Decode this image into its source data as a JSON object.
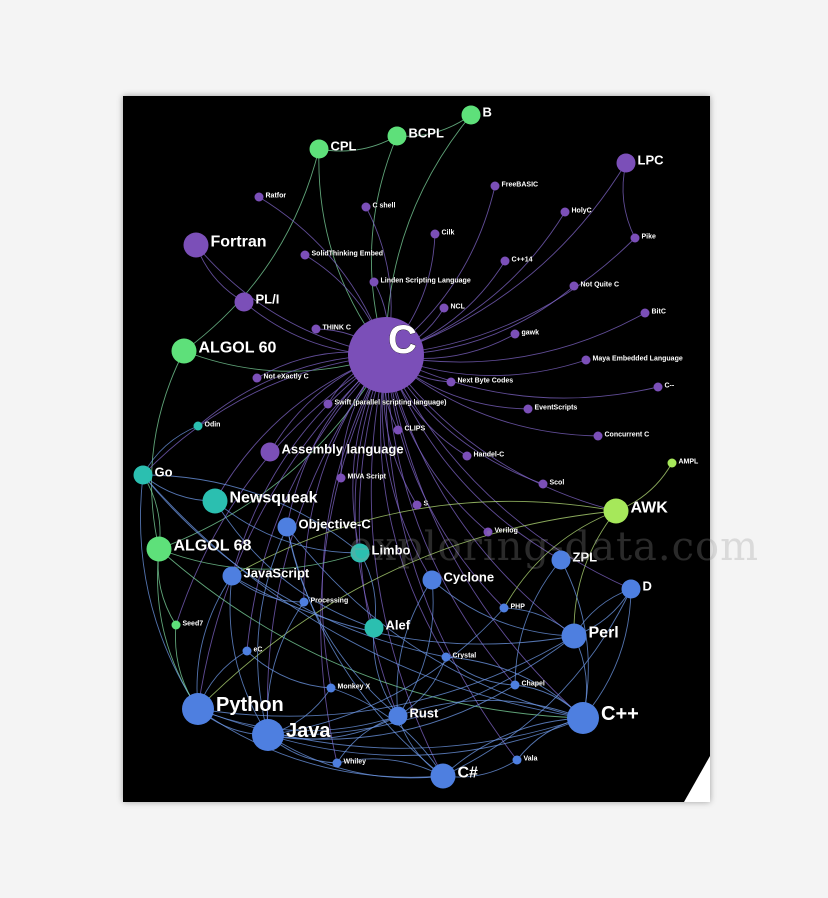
{
  "watermark": "exploring-data.com",
  "colors": {
    "purple": "#7b4fb8",
    "green": "#5ee07a",
    "teal": "#2bbfb0",
    "blue": "#4e7fe0",
    "lime": "#a6e85a",
    "edge_purple": "#8066c8",
    "edge_green": "#7fd9a0",
    "edge_blue": "#6f9ae8",
    "edge_lime": "#b8e27a"
  },
  "nodes": [
    {
      "id": "C",
      "label": "C",
      "color": "purple",
      "size": "hub"
    },
    {
      "id": "B",
      "label": "B",
      "color": "green",
      "size": "m"
    },
    {
      "id": "BCPL",
      "label": "BCPL",
      "color": "green",
      "size": "m"
    },
    {
      "id": "CPL",
      "label": "CPL",
      "color": "green",
      "size": "m"
    },
    {
      "id": "LPC",
      "label": "LPC",
      "color": "purple",
      "size": "m"
    },
    {
      "id": "Ratfor",
      "label": "Ratfor",
      "color": "purple",
      "size": "s"
    },
    {
      "id": "FreeBASIC",
      "label": "FreeBASIC",
      "color": "purple",
      "size": "s"
    },
    {
      "id": "Cshell",
      "label": "C shell",
      "color": "purple",
      "size": "s"
    },
    {
      "id": "HolyC",
      "label": "HolyC",
      "color": "purple",
      "size": "s"
    },
    {
      "id": "Fortran",
      "label": "Fortran",
      "color": "purple",
      "size": "l"
    },
    {
      "id": "Cilk",
      "label": "Cilk",
      "color": "purple",
      "size": "s"
    },
    {
      "id": "Pike",
      "label": "Pike",
      "color": "purple",
      "size": "s"
    },
    {
      "id": "SolidThinking",
      "label": "SolidThinking Embed",
      "color": "purple",
      "size": "s"
    },
    {
      "id": "Cpp14",
      "label": "C++14",
      "color": "purple",
      "size": "s"
    },
    {
      "id": "Linden",
      "label": "Linden Scripting Language",
      "color": "purple",
      "size": "s"
    },
    {
      "id": "NotQuiteC",
      "label": "Not Quite C",
      "color": "purple",
      "size": "s"
    },
    {
      "id": "PLI",
      "label": "PL/I",
      "color": "purple",
      "size": "m"
    },
    {
      "id": "NCL",
      "label": "NCL",
      "color": "purple",
      "size": "s"
    },
    {
      "id": "BitC",
      "label": "BitC",
      "color": "purple",
      "size": "s"
    },
    {
      "id": "THINKC",
      "label": "THINK C",
      "color": "purple",
      "size": "s"
    },
    {
      "id": "gawk",
      "label": "gawk",
      "color": "purple",
      "size": "s"
    },
    {
      "id": "ALGOL60",
      "label": "ALGOL 60",
      "color": "green",
      "size": "l"
    },
    {
      "id": "MayaEmbedded",
      "label": "Maya Embedded Language",
      "color": "purple",
      "size": "s"
    },
    {
      "id": "NotExactlyC",
      "label": "Not eXactly C",
      "color": "purple",
      "size": "s"
    },
    {
      "id": "Cminus",
      "label": "C--",
      "color": "purple",
      "size": "s"
    },
    {
      "id": "NextByteCodes",
      "label": "Next Byte Codes",
      "color": "purple",
      "size": "s"
    },
    {
      "id": "Swift",
      "label": "Swift (parallel scripting language)",
      "color": "purple",
      "size": "s"
    },
    {
      "id": "EventScripts",
      "label": "EventScripts",
      "color": "purple",
      "size": "s"
    },
    {
      "id": "Odin",
      "label": "Odin",
      "color": "teal",
      "size": "s"
    },
    {
      "id": "CLIPS",
      "label": "CLIPS",
      "color": "purple",
      "size": "s"
    },
    {
      "id": "ConcurrentC",
      "label": "Concurrent C",
      "color": "purple",
      "size": "s"
    },
    {
      "id": "Assembly",
      "label": "Assembly language",
      "color": "purple",
      "size": "m"
    },
    {
      "id": "HandelC",
      "label": "Handel-C",
      "color": "purple",
      "size": "s"
    },
    {
      "id": "AMPL",
      "label": "AMPL",
      "color": "lime",
      "size": "s"
    },
    {
      "id": "Go",
      "label": "Go",
      "color": "teal",
      "size": "m"
    },
    {
      "id": "MIVA",
      "label": "MIVA Script",
      "color": "purple",
      "size": "s"
    },
    {
      "id": "Scol",
      "label": "Scol",
      "color": "purple",
      "size": "s"
    },
    {
      "id": "AWK",
      "label": "AWK",
      "color": "lime",
      "size": "l"
    },
    {
      "id": "Newsqueak",
      "label": "Newsqueak",
      "color": "teal",
      "size": "l"
    },
    {
      "id": "S",
      "label": "S",
      "color": "purple",
      "size": "s"
    },
    {
      "id": "ObjectiveC",
      "label": "Objective-C",
      "color": "blue",
      "size": "m"
    },
    {
      "id": "Verilog",
      "label": "Verilog",
      "color": "purple",
      "size": "s"
    },
    {
      "id": "ALGOL68",
      "label": "ALGOL 68",
      "color": "green",
      "size": "l"
    },
    {
      "id": "Limbo",
      "label": "Limbo",
      "color": "teal",
      "size": "m"
    },
    {
      "id": "ZPL",
      "label": "ZPL",
      "color": "blue",
      "size": "m"
    },
    {
      "id": "JavaScript",
      "label": "JavaScript",
      "color": "blue",
      "size": "m"
    },
    {
      "id": "Cyclone",
      "label": "Cyclone",
      "color": "blue",
      "size": "m"
    },
    {
      "id": "D",
      "label": "D",
      "color": "blue",
      "size": "m"
    },
    {
      "id": "Processing",
      "label": "Processing",
      "color": "blue",
      "size": "s"
    },
    {
      "id": "PHP",
      "label": "PHP",
      "color": "blue",
      "size": "s"
    },
    {
      "id": "Seed7",
      "label": "Seed7",
      "color": "green",
      "size": "s"
    },
    {
      "id": "Alef",
      "label": "Alef",
      "color": "teal",
      "size": "m"
    },
    {
      "id": "Perl",
      "label": "Perl",
      "color": "blue",
      "size": "l"
    },
    {
      "id": "eC",
      "label": "eC",
      "color": "blue",
      "size": "s"
    },
    {
      "id": "Crystal",
      "label": "Crystal",
      "color": "blue",
      "size": "s"
    },
    {
      "id": "MonkeyX",
      "label": "Monkey X",
      "color": "blue",
      "size": "s"
    },
    {
      "id": "Chapel",
      "label": "Chapel",
      "color": "blue",
      "size": "s"
    },
    {
      "id": "Python",
      "label": "Python",
      "color": "blue",
      "size": "xl"
    },
    {
      "id": "Rust",
      "label": "Rust",
      "color": "blue",
      "size": "m"
    },
    {
      "id": "Cpp",
      "label": "C++",
      "color": "blue",
      "size": "xl"
    },
    {
      "id": "Java",
      "label": "Java",
      "color": "blue",
      "size": "xl"
    },
    {
      "id": "Whiley",
      "label": "Whiley",
      "color": "blue",
      "size": "s"
    },
    {
      "id": "Vala",
      "label": "Vala",
      "color": "blue",
      "size": "s"
    },
    {
      "id": "Csharp",
      "label": "C#",
      "color": "blue",
      "size": "l"
    }
  ],
  "edges": [
    [
      "B",
      "C"
    ],
    [
      "BCPL",
      "B"
    ],
    [
      "CPL",
      "BCPL"
    ],
    [
      "ALGOL60",
      "CPL"
    ],
    [
      "ALGOL60",
      "ALGOL68"
    ],
    [
      "Fortran",
      "PLI"
    ],
    [
      "ALGOL60",
      "C"
    ],
    [
      "ALGOL68",
      "C"
    ],
    [
      "Fortran",
      "C"
    ],
    [
      "PLI",
      "C"
    ],
    [
      "CPL",
      "C"
    ],
    [
      "BCPL",
      "C"
    ],
    [
      "C",
      "LPC"
    ],
    [
      "LPC",
      "Pike"
    ],
    [
      "C",
      "Ratfor"
    ],
    [
      "C",
      "FreeBASIC"
    ],
    [
      "C",
      "Cshell"
    ],
    [
      "C",
      "HolyC"
    ],
    [
      "C",
      "Cilk"
    ],
    [
      "C",
      "Pike"
    ],
    [
      "C",
      "SolidThinking"
    ],
    [
      "C",
      "Cpp14"
    ],
    [
      "C",
      "Linden"
    ],
    [
      "C",
      "NotQuiteC"
    ],
    [
      "C",
      "NCL"
    ],
    [
      "C",
      "BitC"
    ],
    [
      "C",
      "THINKC"
    ],
    [
      "C",
      "gawk"
    ],
    [
      "C",
      "MayaEmbedded"
    ],
    [
      "C",
      "NotExactlyC"
    ],
    [
      "C",
      "Cminus"
    ],
    [
      "C",
      "NextByteCodes"
    ],
    [
      "C",
      "Swift"
    ],
    [
      "C",
      "EventScripts"
    ],
    [
      "C",
      "CLIPS"
    ],
    [
      "C",
      "ConcurrentC"
    ],
    [
      "C",
      "Assembly"
    ],
    [
      "C",
      "HandelC"
    ],
    [
      "C",
      "MIVA"
    ],
    [
      "C",
      "Scol"
    ],
    [
      "C",
      "S"
    ],
    [
      "C",
      "Verilog"
    ],
    [
      "C",
      "ObjectiveC"
    ],
    [
      "C",
      "Go"
    ],
    [
      "C",
      "Newsqueak"
    ],
    [
      "C",
      "Limbo"
    ],
    [
      "C",
      "ZPL"
    ],
    [
      "C",
      "JavaScript"
    ],
    [
      "C",
      "Cyclone"
    ],
    [
      "C",
      "D"
    ],
    [
      "C",
      "Processing"
    ],
    [
      "C",
      "PHP"
    ],
    [
      "C",
      "Alef"
    ],
    [
      "C",
      "Perl"
    ],
    [
      "C",
      "eC"
    ],
    [
      "C",
      "Crystal"
    ],
    [
      "C",
      "MonkeyX"
    ],
    [
      "C",
      "Chapel"
    ],
    [
      "C",
      "Python"
    ],
    [
      "C",
      "Rust"
    ],
    [
      "C",
      "Cpp"
    ],
    [
      "C",
      "Java"
    ],
    [
      "C",
      "Whiley"
    ],
    [
      "C",
      "Vala"
    ],
    [
      "C",
      "Csharp"
    ],
    [
      "C",
      "AWK"
    ],
    [
      "C",
      "Odin"
    ],
    [
      "C",
      "Seed7"
    ],
    [
      "AWK",
      "AMPL"
    ],
    [
      "AWK",
      "Perl"
    ],
    [
      "AWK",
      "Python"
    ],
    [
      "AWK",
      "JavaScript"
    ],
    [
      "AWK",
      "PHP"
    ],
    [
      "ALGOL68",
      "Python"
    ],
    [
      "ALGOL68",
      "Cpp"
    ],
    [
      "ALGOL68",
      "Seed7"
    ],
    [
      "ALGOL68",
      "Go"
    ],
    [
      "ALGOL68",
      "Limbo"
    ],
    [
      "Odin",
      "Go"
    ],
    [
      "Go",
      "Newsqueak"
    ],
    [
      "Newsqueak",
      "Alef"
    ],
    [
      "Newsqueak",
      "Limbo"
    ],
    [
      "Alef",
      "Limbo"
    ],
    [
      "Alef",
      "Rust"
    ],
    [
      "Limbo",
      "Go"
    ],
    [
      "Go",
      "Crystal"
    ],
    [
      "Go",
      "Python"
    ],
    [
      "Go",
      "Cpp"
    ],
    [
      "ObjectiveC",
      "Java"
    ],
    [
      "ObjectiveC",
      "Csharp"
    ],
    [
      "ObjectiveC",
      "Cpp"
    ],
    [
      "ObjectiveC",
      "Rust"
    ],
    [
      "JavaScript",
      "Java"
    ],
    [
      "JavaScript",
      "Python"
    ],
    [
      "JavaScript",
      "Perl"
    ],
    [
      "JavaScript",
      "Processing"
    ],
    [
      "Processing",
      "Java"
    ],
    [
      "Python",
      "Java"
    ],
    [
      "Python",
      "Rust"
    ],
    [
      "Python",
      "Csharp"
    ],
    [
      "Python",
      "Cpp"
    ],
    [
      "Python",
      "Perl"
    ],
    [
      "Java",
      "Rust"
    ],
    [
      "Java",
      "Csharp"
    ],
    [
      "Java",
      "Cpp"
    ],
    [
      "Java",
      "Perl"
    ],
    [
      "Java",
      "PHP"
    ],
    [
      "Java",
      "MonkeyX"
    ],
    [
      "Java",
      "Whiley"
    ],
    [
      "Java",
      "Chapel"
    ],
    [
      "Cpp",
      "Rust"
    ],
    [
      "Cpp",
      "Csharp"
    ],
    [
      "Cpp",
      "Perl"
    ],
    [
      "Cpp",
      "D"
    ],
    [
      "Cpp",
      "ZPL"
    ],
    [
      "Cpp",
      "Chapel"
    ],
    [
      "Cpp",
      "Vala"
    ],
    [
      "Cpp",
      "Crystal"
    ],
    [
      "Rust",
      "Csharp"
    ],
    [
      "Rust",
      "Cyclone"
    ],
    [
      "Rust",
      "Crystal"
    ],
    [
      "Rust",
      "Whiley"
    ],
    [
      "Csharp",
      "D"
    ],
    [
      "Csharp",
      "Vala"
    ],
    [
      "Csharp",
      "Whiley"
    ],
    [
      "Csharp",
      "MonkeyX"
    ],
    [
      "Perl",
      "PHP"
    ],
    [
      "Perl",
      "D"
    ],
    [
      "Cyclone",
      "Rust"
    ],
    [
      "Cyclone",
      "Perl"
    ],
    [
      "eC",
      "Python"
    ],
    [
      "eC",
      "MonkeyX"
    ],
    [
      "Crystal",
      "Chapel"
    ],
    [
      "Seed7",
      "Python"
    ],
    [
      "D",
      "Perl"
    ],
    [
      "ZPL",
      "Chapel"
    ]
  ]
}
